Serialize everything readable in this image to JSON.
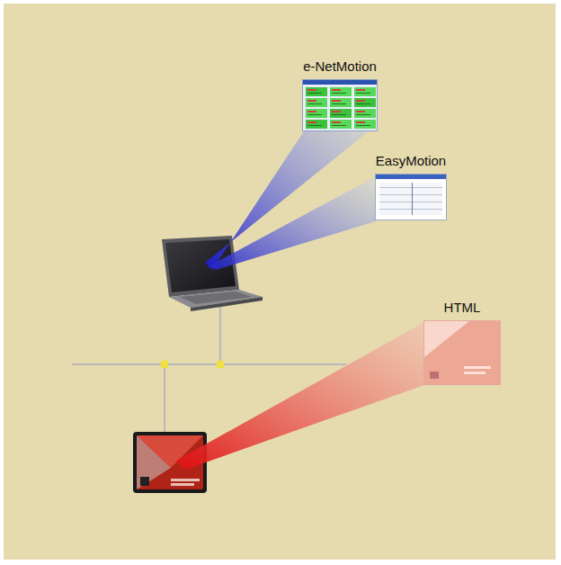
{
  "diagram": {
    "nodes": [
      {
        "text": [
          "e-NetMotion"
        ]
      },
      {
        "text": [
          "EasyMotion"
        ]
      },
      {
        "text": [
          "HTML"
        ]
      }
    ]
  }
}
